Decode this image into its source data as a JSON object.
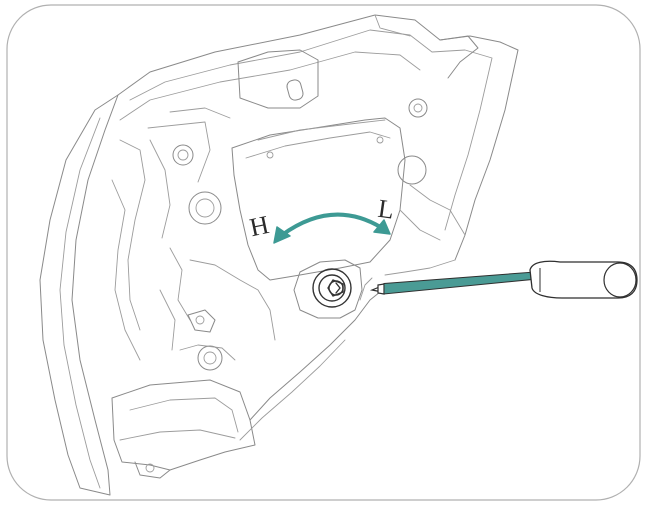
{
  "labels": {
    "high": "H",
    "low": "L"
  },
  "colors": {
    "frame": "#b0b0b0",
    "outline": "#8a8a8a",
    "accent_teal": "#3d9a94",
    "screwdriver_blade": "#4a9b95",
    "background": "#ffffff"
  },
  "icons": {
    "adjust_arrow": "double-headed-arc-arrow",
    "tool": "flathead-screwdriver",
    "adjuster": "adjustment-screw"
  }
}
